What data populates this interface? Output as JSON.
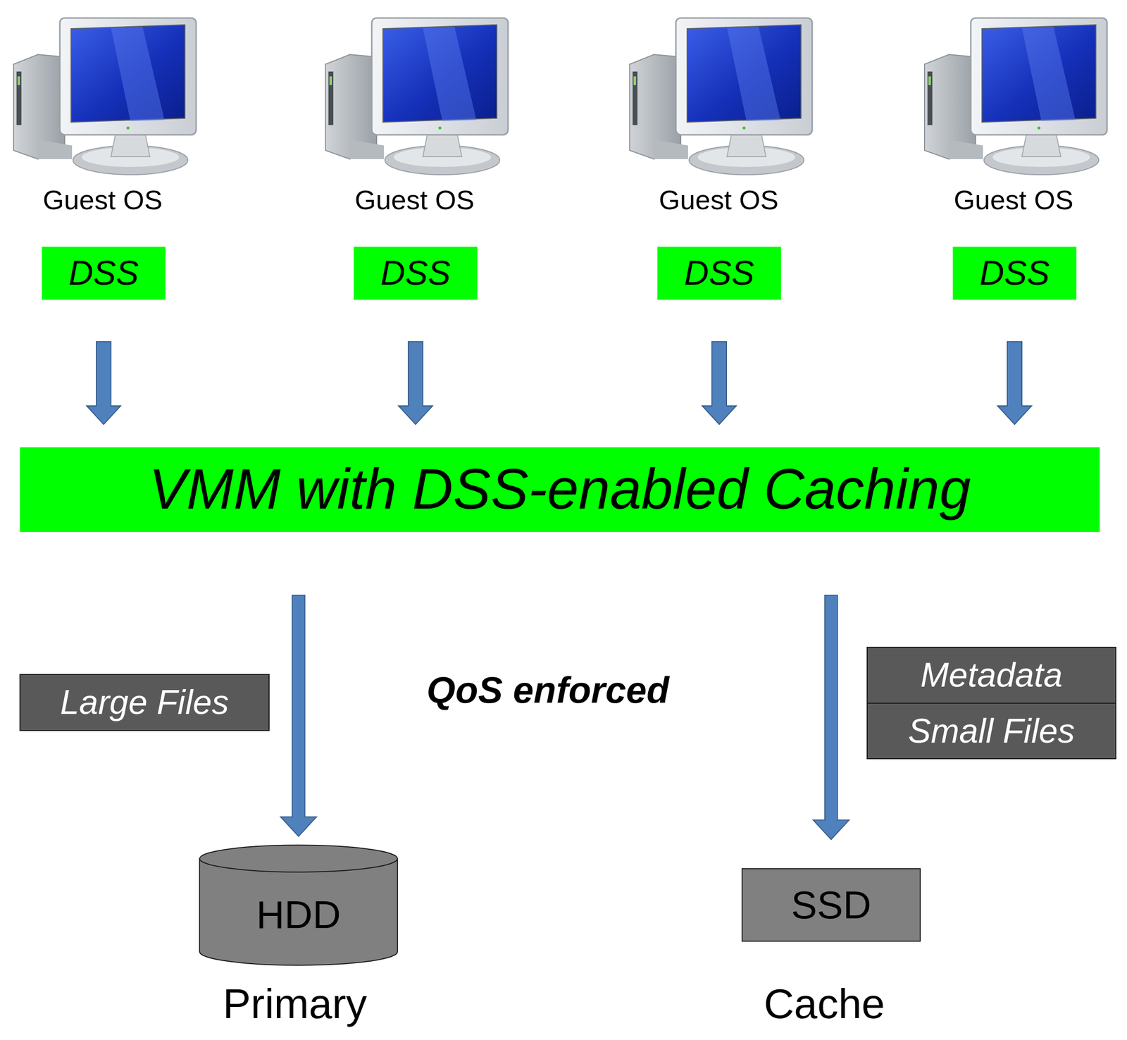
{
  "diagram": {
    "nodes": [
      {
        "text": [
          "DSS"
        ]
      },
      {
        "text": [
          "DSS"
        ]
      },
      {
        "text": [
          "DSS"
        ]
      },
      {
        "text": [
          "DSS"
        ]
      },
      {
        "text": [
          "VMM with DSS-enabled Caching"
        ]
      },
      {
        "text": [
          "Large Files"
        ]
      },
      {
        "text": [
          "Metadata"
        ]
      },
      {
        "text": [
          "Small Files"
        ]
      },
      {
        "text": [
          "HDD"
        ]
      },
      {
        "text": [
          "SSD"
        ]
      }
    ],
    "edges": [
      {
        "from": 0,
        "to": 4,
        "arrow": "to"
      },
      {
        "from": 1,
        "to": 4,
        "arrow": "to"
      },
      {
        "from": 2,
        "to": 4,
        "arrow": "to"
      },
      {
        "from": 3,
        "to": 4,
        "arrow": "to"
      },
      {
        "from": 4,
        "to": 8,
        "arrow": "to"
      },
      {
        "from": 4,
        "to": 9,
        "arrow": "to"
      }
    ],
    "labels": [
      "Guest OS",
      "Guest OS",
      "Guest OS",
      "Guest OS",
      "QoS enforced",
      "Primary",
      "Cache"
    ]
  }
}
